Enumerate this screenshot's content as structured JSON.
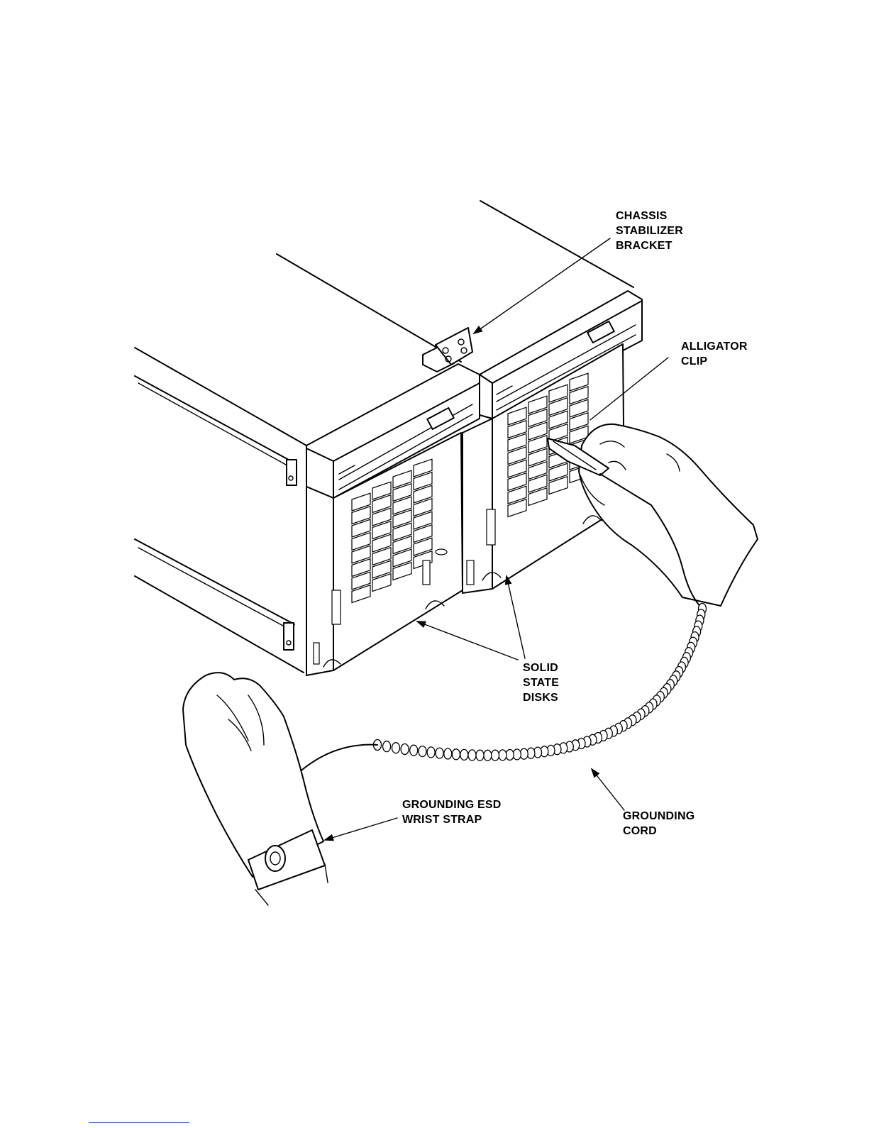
{
  "figure": {
    "labels": {
      "chassis_bracket": "CHASSIS\nSTABILIZER\nBRACKET",
      "alligator_clip": "ALLIGATOR\nCLIP",
      "solid_state_disks": "SOLID\nSTATE\nDISKS",
      "wrist_strap": "GROUNDING ESD\nWRIST STRAP",
      "grounding_cord": "GROUNDING\nCORD"
    }
  }
}
